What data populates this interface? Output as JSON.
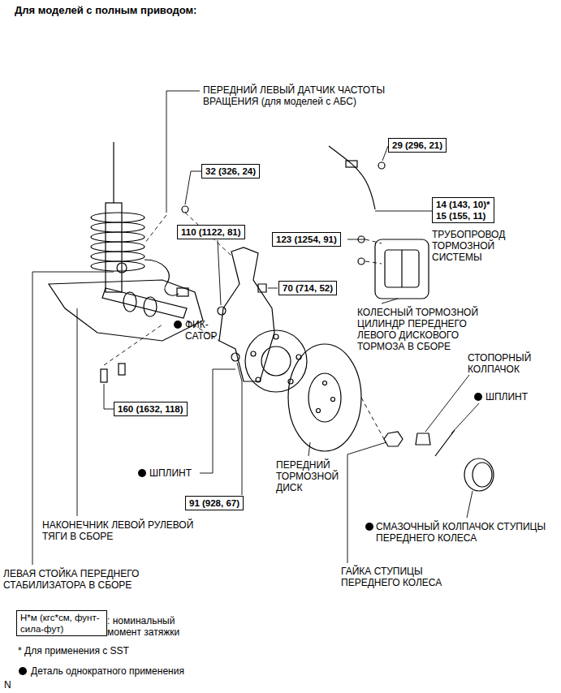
{
  "diagram": {
    "title": "Для моделей с полным приводом:",
    "nodes": [
      {
        "text": [
          "29 (296, 21)"
        ]
      },
      {
        "text": [
          "32 (326, 24)"
        ]
      },
      {
        "text": [
          "14 (143, 10)*",
          "15 (155, 11)"
        ]
      },
      {
        "text": [
          "110 (1122, 81)"
        ]
      },
      {
        "text": [
          "123 (1254, 91)"
        ]
      },
      {
        "text": [
          "70 (714, 52)"
        ]
      },
      {
        "text": [
          "160 (1632, 118)"
        ]
      },
      {
        "text": [
          "91 (928, 67)"
        ]
      },
      {
        "text": [
          "Н*м (кгс*см, фунт-сила-фут)"
        ]
      }
    ],
    "edges": [],
    "labels": [
      "ПЕРЕДНИЙ ЛЕВЫЙ ДАТЧИК ЧАСТОТЫ ВРАЩЕНИЯ (для моделей с АБС)",
      "ТРУБОПРОВОД ТОРМОЗНОЙ СИСТЕМЫ",
      "ФИК- САТОР",
      "КОЛЕСНЫЙ ТОРМОЗНОЙ ЦИЛИНДР ПЕРЕДНЕГО ЛЕВОГО ДИСКОВОГО ТОРМОЗА В СБОРЕ",
      "СТОПОРНЫЙ КОЛПАЧОК",
      "ШПЛИНТ",
      "ШПЛИНТ",
      "ПЕРЕДНИЙ ТОРМОЗНОЙ ДИСК",
      "СМАЗОЧНЫЙ КОЛПАЧОК СТУПИЦЫ ПЕРЕДНЕГО КОЛЕСА",
      "НАКОНЕЧНИК ЛЕВОЙ РУЛЕВОЙ ТЯГИ В СБОРЕ",
      "ЛЕВАЯ СТОЙКА ПЕРЕДНЕГО СТАБИЛИЗАТОРА В СБОРЕ",
      "ГАЙКА СТУПИЦЫ ПЕРЕДНЕГО КОЛЕСА",
      ": номинальный момент затяжки",
      "* Для применения с SST",
      "N"
    ],
    "legend": [
      {
        "text": "Деталь однократного применения"
      }
    ]
  }
}
